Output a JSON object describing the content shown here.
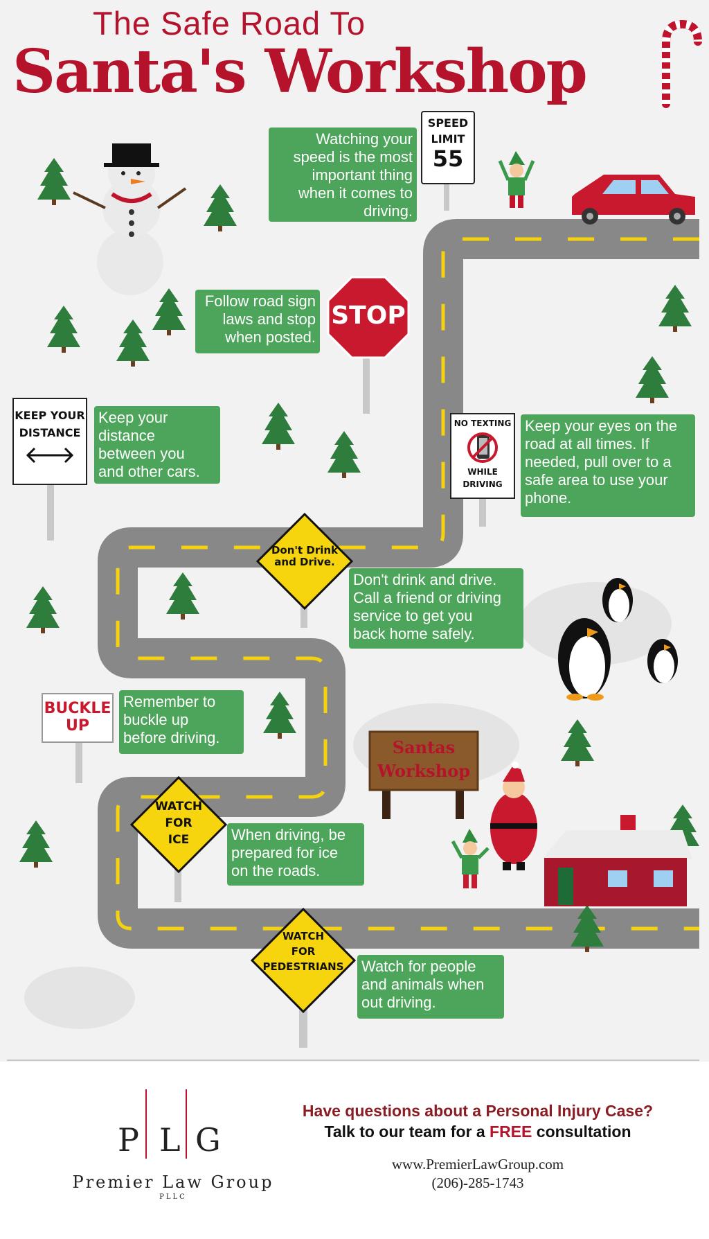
{
  "header": {
    "title_line1": "The Safe Road To",
    "title_line2": "Santa's Workshop"
  },
  "signs": {
    "speed_limit": {
      "line1": "SPEED",
      "line2": "LIMIT",
      "number": "55"
    },
    "stop": "STOP",
    "keep_distance": {
      "line1": "KEEP YOUR",
      "line2": "DISTANCE"
    },
    "no_texting": {
      "top": "NO TEXTING",
      "bottom1": "WHILE",
      "bottom2": "DRIVING"
    },
    "dont_drink": {
      "line1": "Don't Drink",
      "line2": "and Drive."
    },
    "buckle_up": {
      "line1": "BUCKLE",
      "line2": "UP"
    },
    "watch_ice": {
      "line1": "WATCH",
      "line2": "FOR",
      "line3": "ICE"
    },
    "watch_pedestrians": {
      "line1": "WATCH",
      "line2": "FOR",
      "line3": "PEDESTRIANS"
    },
    "workshop": {
      "line1": "Santas",
      "line2": "Workshop"
    }
  },
  "tips": {
    "speed": [
      "Watching your",
      "speed is the most",
      "important thing",
      "when it comes to",
      "driving."
    ],
    "stop": [
      "Follow road sign",
      "laws and stop",
      "when posted."
    ],
    "distance": [
      "Keep your",
      "distance",
      "between you",
      "and other cars."
    ],
    "texting": [
      "Keep your eyes on the",
      "road at all times. If",
      "needed, pull over to a",
      "safe area to use your",
      "phone."
    ],
    "drink": [
      "Don't drink and drive.",
      "Call a friend or driving",
      "service to get you",
      "back home safely."
    ],
    "buckle": [
      "Remember to",
      "buckle up",
      "before driving."
    ],
    "ice": [
      "When driving, be",
      "prepared for ice",
      "on the roads."
    ],
    "pedestrians": [
      "Watch for people",
      "and animals when",
      "out driving."
    ]
  },
  "footer": {
    "question": "Have questions about a Personal Injury Case?",
    "cta_before": "Talk to our team for a ",
    "cta_free": "FREE",
    "cta_after": " consultation",
    "website": "www.PremierLawGroup.com",
    "phone": "(206)-285-1743",
    "logo_letters": [
      "P",
      "L",
      "G"
    ],
    "firm_name": "Premier Law Group",
    "firm_suffix": "PLLC"
  },
  "colors": {
    "brand_red": "#b5132c",
    "tip_green": "#4ca55a",
    "road_gray": "#888888",
    "lane_yellow": "#f4d20f",
    "tree_green": "#2e7d3c"
  }
}
